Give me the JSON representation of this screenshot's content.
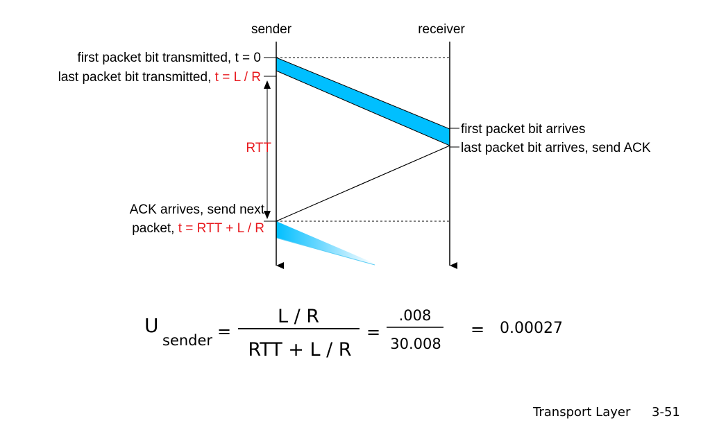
{
  "diagram": {
    "sender_label": "sender",
    "receiver_label": "receiver",
    "left_labels": {
      "first_bit_tx": "first packet bit transmitted, t = 0",
      "last_bit_tx_prefix": "last packet bit transmitted, ",
      "last_bit_tx_time": "t = L / R",
      "rtt": "RTT",
      "ack_arrives_line1": "ACK arrives, send next",
      "ack_arrives_line2_prefix": "packet, ",
      "ack_arrives_line2_time": "t = RTT + L / R"
    },
    "right_labels": {
      "first_bit_arrives": "first packet bit arrives",
      "last_bit_arrives": "last packet bit arrives, send ACK"
    },
    "colors": {
      "packet_fill": "#00bfff",
      "highlight_red": "#e8191e",
      "line": "#000000"
    }
  },
  "equation": {
    "u": "U",
    "subscript": "sender",
    "equals": "=",
    "frac1_numerator": "L / R",
    "frac1_denominator": "RTT + L / R",
    "frac2_numerator": ".008",
    "frac2_denominator": "30.008",
    "result": "0.00027"
  },
  "footer": {
    "title": "Transport Layer",
    "page": "3-51"
  }
}
